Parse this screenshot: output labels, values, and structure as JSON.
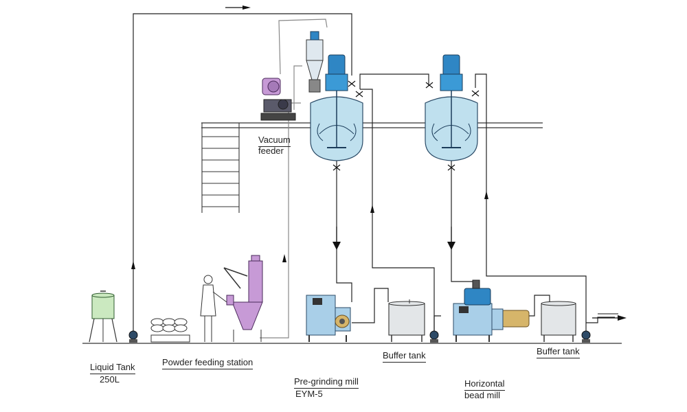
{
  "labels": {
    "liquid_tank": "Liquid Tank",
    "liquid_tank_capacity": "250L",
    "powder_feeding_station": "Powder feeding station",
    "vacuum": "Vacuum",
    "feeder": "feeder",
    "pre_grinding_mill": "Pre-grinding mill",
    "pre_grinding_model": "EYM-5",
    "buffer_tank_1": "Buffer tank",
    "horizontal": "Horizontal",
    "bead_mill": "bead mill",
    "buffer_tank_2": "Buffer tank"
  },
  "colors": {
    "vessel": "#bfe0ee",
    "motor": "#2f86c4",
    "machine": "#a9cfe8",
    "vacuum_pump": "#c79ad6",
    "steel": "#e3e6e8",
    "liquid_tank": "#cbe9c0"
  }
}
